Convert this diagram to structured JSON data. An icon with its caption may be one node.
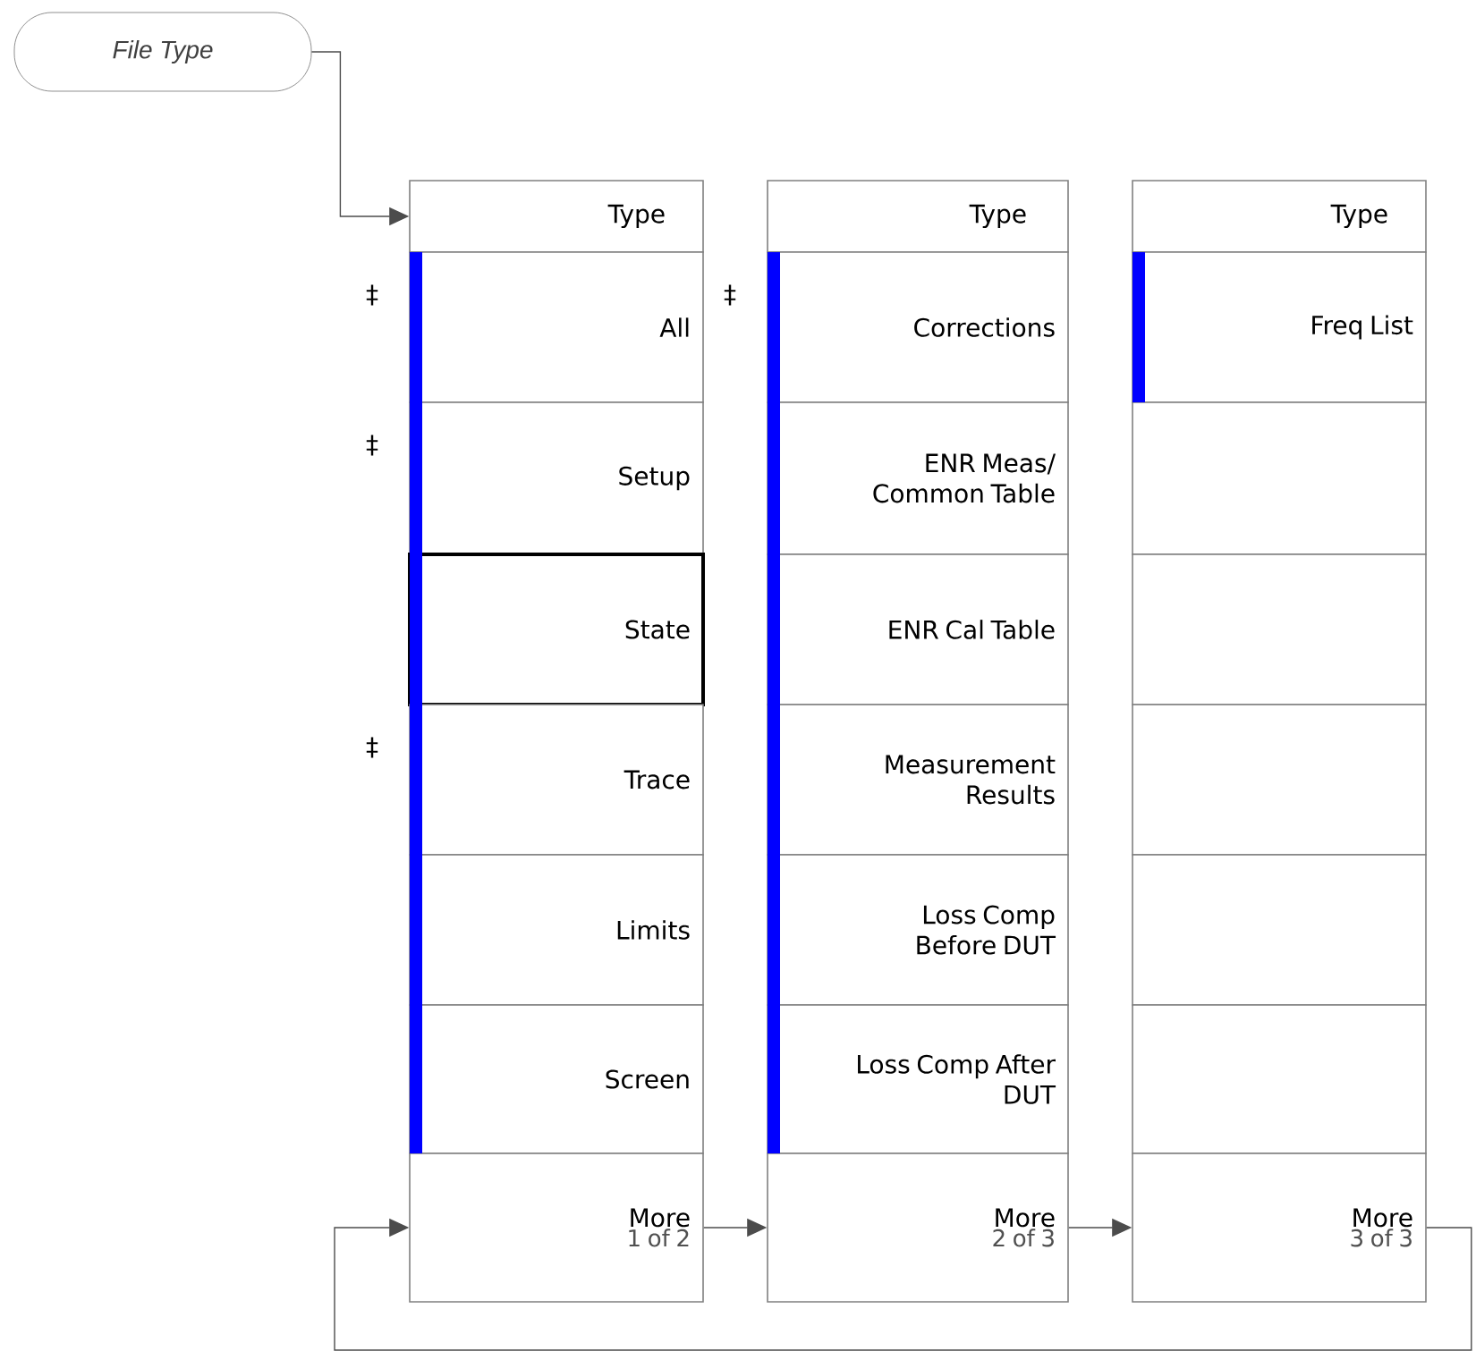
{
  "diagram": {
    "nodes": [
      {
        "text": [
          "File Type"
        ]
      },
      {
        "text": [
          "Type"
        ]
      },
      {
        "text": [
          "All"
        ],
        "beside": [
          "‡"
        ]
      },
      {
        "text": [
          "Setup"
        ],
        "beside": [
          "‡"
        ]
      },
      {
        "text": [
          "State"
        ]
      },
      {
        "text": [
          "Trace"
        ],
        "beside": [
          "‡"
        ]
      },
      {
        "text": [
          "Limits"
        ]
      },
      {
        "text": [
          "Screen"
        ]
      },
      {
        "text": [
          "More",
          "1 of 2"
        ]
      },
      {
        "text": [
          "Type"
        ]
      },
      {
        "text": [
          "Corrections"
        ],
        "beside": [
          "‡"
        ]
      },
      {
        "text": [
          "ENR Meas/ Common Table"
        ]
      },
      {
        "text": [
          "ENR Cal Table"
        ]
      },
      {
        "text": [
          "Measurement Results"
        ]
      },
      {
        "text": [
          "Loss Comp Before DUT"
        ]
      },
      {
        "text": [
          "Loss Comp After DUT"
        ]
      },
      {
        "text": [
          "More",
          "2 of 3"
        ]
      },
      {
        "text": [
          "Type"
        ]
      },
      {
        "text": [
          "Freq List"
        ]
      },
      {
        "text": [],
        "shape": "box"
      },
      {
        "text": [],
        "shape": "box"
      },
      {
        "text": [],
        "shape": "box"
      },
      {
        "text": [],
        "shape": "box"
      },
      {
        "text": [],
        "shape": "box"
      },
      {
        "text": [
          "More",
          "3 of 3"
        ]
      }
    ],
    "edges": [
      {
        "from": 0,
        "to": 1,
        "arrow": "to"
      },
      {
        "from": 8,
        "to": 16,
        "arrow": "to"
      },
      {
        "from": 16,
        "to": 24,
        "arrow": "to"
      },
      {
        "from": 24,
        "to": 8,
        "arrow": "to"
      }
    ]
  }
}
